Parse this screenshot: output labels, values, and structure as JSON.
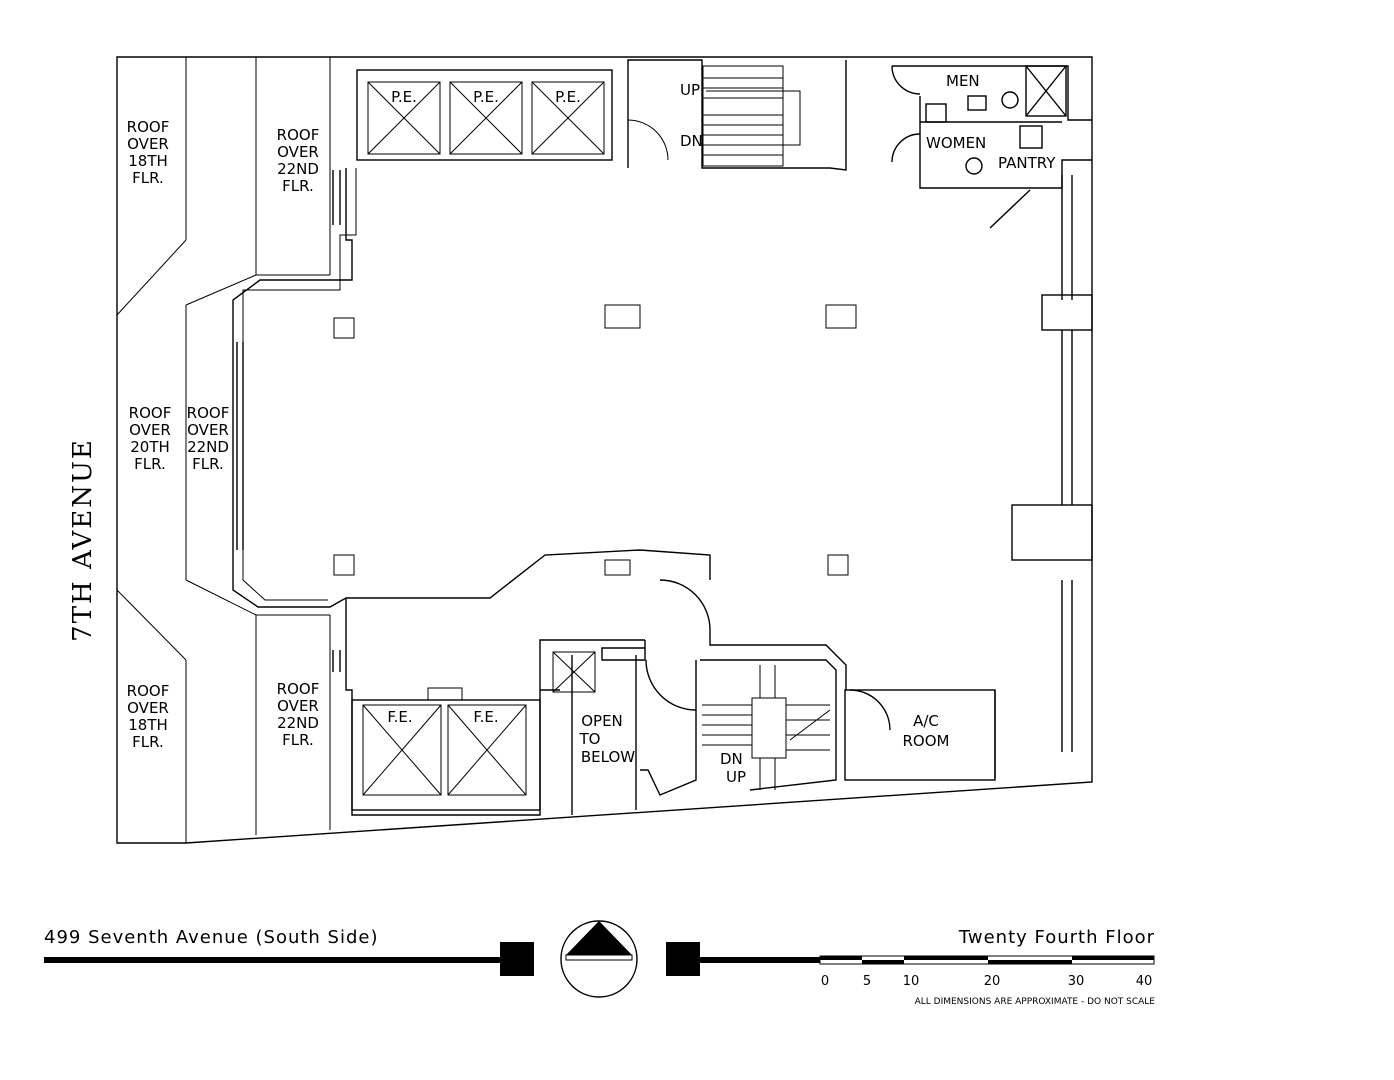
{
  "street": "7TH AVENUE",
  "building": "499 Seventh Avenue (South Side)",
  "floor": "Twenty Fourth Floor",
  "note": "ALL DIMENSIONS ARE APPROXIMATE - DO NOT SCALE",
  "scale_ticks": [
    "0",
    "5",
    "10",
    "20",
    "30",
    "40"
  ],
  "rooms": {
    "roof_18_top": [
      "ROOF",
      "OVER",
      "18TH",
      "FLR."
    ],
    "roof_22_top": [
      "ROOF",
      "OVER",
      "22ND",
      "FLR."
    ],
    "roof_20_mid": [
      "ROOF",
      "OVER",
      "20TH",
      "FLR."
    ],
    "roof_22_mid": [
      "ROOF",
      "OVER",
      "22ND",
      "FLR."
    ],
    "roof_18_bot": [
      "ROOF",
      "OVER",
      "18TH",
      "FLR."
    ],
    "roof_22_bot": [
      "ROOF",
      "OVER",
      "22ND",
      "FLR."
    ],
    "pe": "P.E.",
    "fe": "F.E.",
    "up": "UP",
    "dn": "DN",
    "men": "MEN",
    "women": "WOMEN",
    "pantry": "PANTRY",
    "open_below": [
      "OPEN",
      "TO",
      "BELOW"
    ],
    "ac_room": [
      "A/C",
      "ROOM"
    ]
  }
}
